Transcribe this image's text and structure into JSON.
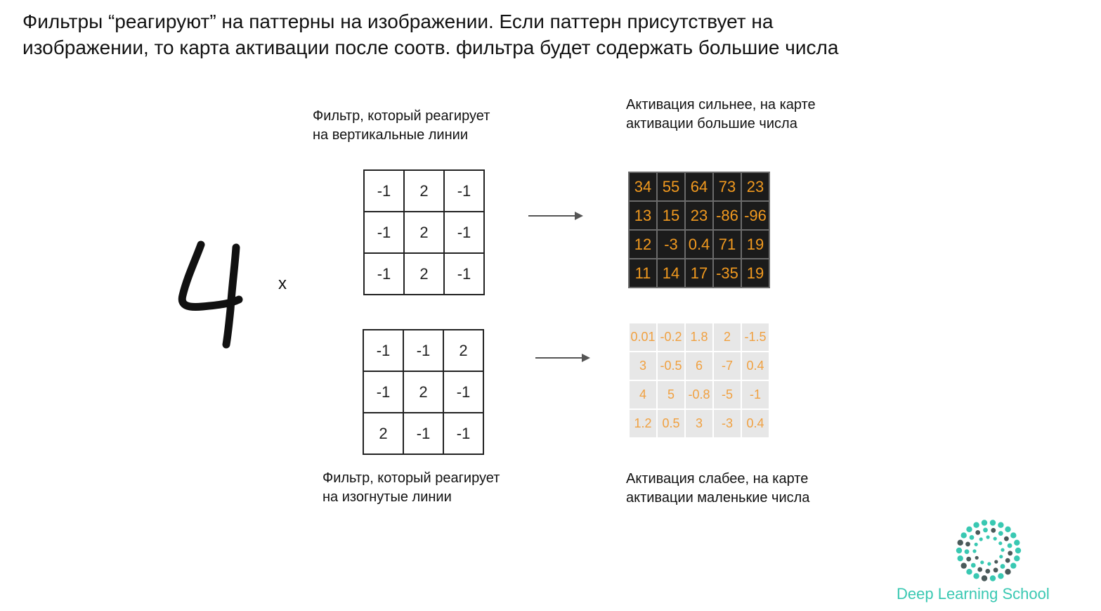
{
  "title": {
    "line1": "Фильтры “реагируют” на паттерны на изображении. Если паттерн присутствует на",
    "line2": "изображении, то карта активации после соотв. фильтра будет содержать большие числа"
  },
  "operator": "x",
  "filters": {
    "vertical": {
      "caption_line1": "Фильтр, который реагирует",
      "caption_line2": "на вертикальные линии",
      "rows": [
        [
          "-1",
          "2",
          "-1"
        ],
        [
          "-1",
          "2",
          "-1"
        ],
        [
          "-1",
          "2",
          "-1"
        ]
      ]
    },
    "curved": {
      "caption_line1": "Фильтр, который реагирует",
      "caption_line2": "на изогнутые линии",
      "rows": [
        [
          "-1",
          "-1",
          "2"
        ],
        [
          "-1",
          "2",
          "-1"
        ],
        [
          "2",
          "-1",
          "-1"
        ]
      ]
    }
  },
  "activations": {
    "strong": {
      "caption_line1": "Активация сильнее, на карте",
      "caption_line2": "активации большие числа",
      "rows": [
        [
          "34",
          "55",
          "64",
          "73",
          "23"
        ],
        [
          "13",
          "15",
          "23",
          "-86",
          "-96"
        ],
        [
          "12",
          "-3",
          "0.4",
          "71",
          "19"
        ],
        [
          "11",
          "14",
          "17",
          "-35",
          "19"
        ]
      ]
    },
    "weak": {
      "caption_line1": "Активация слабее, на карте",
      "caption_line2": "активации маленькие числа",
      "rows": [
        [
          "0.01",
          "-0.2",
          "1.8",
          "2",
          "-1.5"
        ],
        [
          "3",
          "-0.5",
          "6",
          "-7",
          "0.4"
        ],
        [
          "4",
          "5",
          "-0.8",
          "-5",
          "-1"
        ],
        [
          "1.2",
          "0.5",
          "3",
          "-3",
          "0.4"
        ]
      ]
    }
  },
  "logo": {
    "text": "Deep Learning School",
    "color": "#39c8b2",
    "dark_color": "#4a5a5a",
    "icon": "spiral-dots-icon"
  },
  "colors": {
    "strong_bg": "#1b1b1b",
    "strong_text": "#f29a1f",
    "weak_bg": "#e7e7e7",
    "weak_text": "#f0a040"
  }
}
